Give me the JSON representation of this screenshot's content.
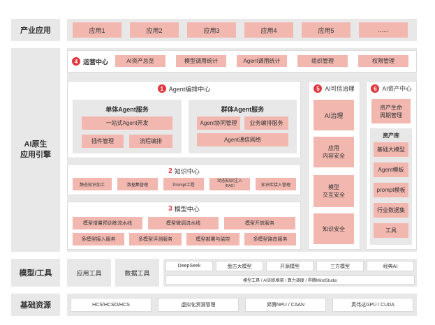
{
  "rows": {
    "industry": "产业应用",
    "engine": "AI原生\n应用引擎",
    "model_tools": "模型/工具",
    "infra": "基础资源"
  },
  "industry_apps": [
    "应用1",
    "应用2",
    "应用3",
    "应用4",
    "应用5",
    "......"
  ],
  "ops": {
    "num": "4",
    "title": "运营中心",
    "items": [
      "AI资产总览",
      "模型调用统计",
      "Agent调用统计",
      "组织管理",
      "权限管理"
    ]
  },
  "agent": {
    "num": "1",
    "title": "Agent编排中心",
    "single": {
      "title": "单体Agent服务",
      "dev": "一站式Agent开发",
      "plugin": "插件管理",
      "flow": "流程编排"
    },
    "group": {
      "title": "群体Agent服务",
      "collab": "Agent协同管理",
      "biz": "业务编排服务",
      "comm": "Agent通信网络"
    }
  },
  "knowledge": {
    "num": "2",
    "title": "知识中心",
    "items": [
      "静态知识加工",
      "数据集管理",
      "Prompt工程",
      "动态知识注入",
      "知识库接入管理"
    ],
    "rag": "（RAG）"
  },
  "model_center": {
    "num": "3",
    "title": "模型中心",
    "row1": [
      "模型增量预训练流水线",
      "模型微调流水线",
      "模型开放服务"
    ],
    "row2": [
      "多模型接入服务",
      "多模型评测服务",
      "模型部署与监控",
      "多模型路由服务"
    ]
  },
  "trust": {
    "num": "5",
    "title": "AI可信治理",
    "items": [
      "AI治理",
      "应用\n内容安全",
      "模型\n交互安全",
      "知识安全"
    ]
  },
  "asset": {
    "num": "6",
    "title": "AI资产中心",
    "lifecycle": "资产生命\n周期管理",
    "lib_title": "资产库",
    "lib_items": [
      "基础大模型",
      "Agent模板",
      "prompt模板",
      "行业数据集",
      "工具"
    ]
  },
  "tools": {
    "app_tool": "应用工具",
    "data_tool": "数据工具",
    "models": [
      "DeepSeek",
      "盘古大模型",
      "开源模型",
      "三方模型",
      "经典AI"
    ],
    "framework": "模型工具 / AI训练框架 / 算力调度 / 昇腾MindStudio"
  },
  "infra": [
    "HCS/HCSO/HCS",
    "虚拟化资源管理",
    "昇腾NPU / CAAN",
    "英伟达GPU / CUDA"
  ]
}
